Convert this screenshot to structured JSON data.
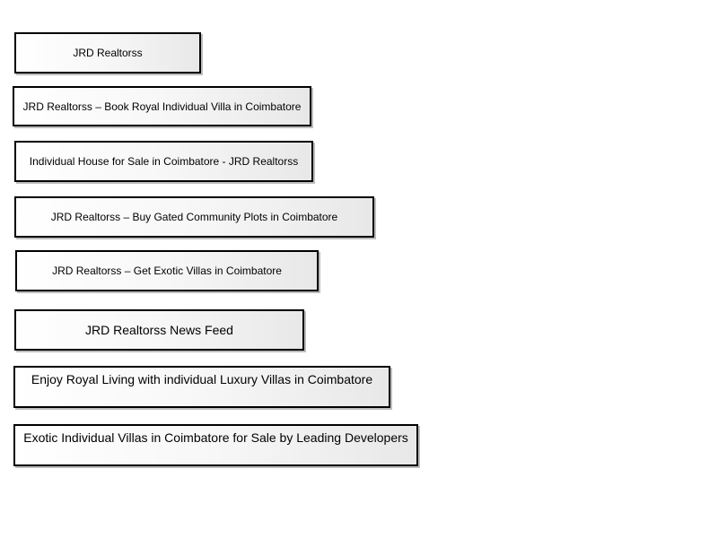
{
  "links": [
    {
      "label": "JRD Realtorss"
    },
    {
      "label": "JRD Realtorss – Book Royal Individual Villa in Coimbatore"
    },
    {
      "label": "Individual House for Sale in Coimbatore - JRD Realtorss"
    },
    {
      "label": "JRD Realtorss – Buy Gated Community Plots in Coimbatore"
    },
    {
      "label": "JRD Realtorss – Get Exotic Villas in Coimbatore"
    },
    {
      "label": "JRD Realtorss News Feed"
    },
    {
      "label": "Enjoy Royal Living with individual Luxury Villas in Coimbatore"
    },
    {
      "label": "Exotic Individual Villas in Coimbatore for Sale by Leading Developers"
    }
  ]
}
